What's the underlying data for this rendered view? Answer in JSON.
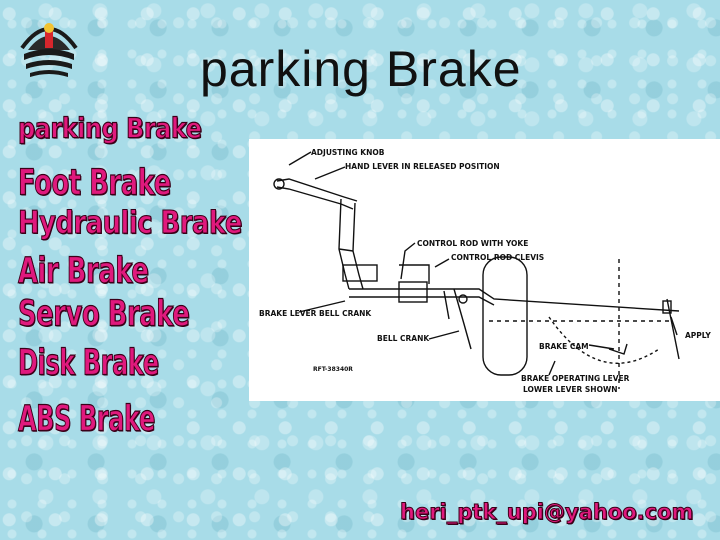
{
  "slide": {
    "title": "parking Brake",
    "menu": [
      {
        "label": "parking Brake"
      },
      {
        "label": "Foot Brake"
      },
      {
        "label": "Hydraulic Brake"
      },
      {
        "label": "Air Brake"
      },
      {
        "label": "Servo Brake"
      },
      {
        "label": "Disk Brake"
      },
      {
        "label": "ABS Brake"
      }
    ],
    "email": "heri_ptk_upi@yahoo.com",
    "accent_color": "#e0197d",
    "background_color": "#a8dce8"
  },
  "diagram": {
    "labels": {
      "adjusting_knob": "ADJUSTING KNOB",
      "hand_lever": "HAND LEVER IN RELEASED POSITION",
      "control_rod_yoke": "CONTROL ROD WITH YOKE",
      "control_rod_clevis": "CONTROL ROD CLEVIS",
      "brake_lever_bell_crank": "BRAKE LEVER BELL CRANK",
      "bell_crank": "BELL CRANK",
      "brake_cam": "BRAKE CAM",
      "apply": "APPLY",
      "figure_id": "RFT-38340R",
      "brake_operating_lever": "BRAKE OPERATING LEVER",
      "lower_lever_shown": "LOWER LEVER SHOWN"
    }
  }
}
